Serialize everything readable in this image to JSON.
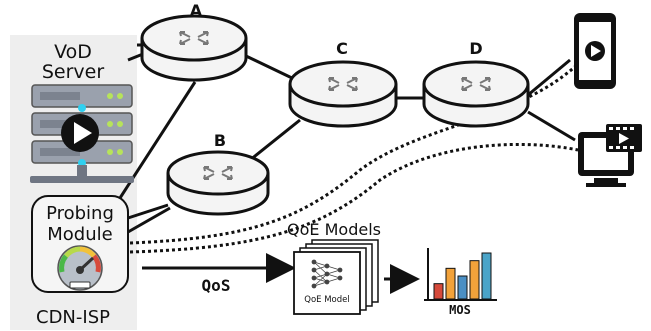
{
  "isp": {
    "server_label_line1": "VoD",
    "server_label_line2": "Server",
    "probe_label_line1": "Probing",
    "probe_label_line2": "Module",
    "isp_label": "CDN-ISP"
  },
  "routers": [
    {
      "id": "A",
      "label": "A"
    },
    {
      "id": "B",
      "label": "B"
    },
    {
      "id": "C",
      "label": "C"
    },
    {
      "id": "D",
      "label": "D"
    }
  ],
  "qos_label": "QoS",
  "qoe": {
    "group_label": "QoE Models",
    "card_label": "QoE Model"
  },
  "mos_label": "MOS",
  "mos_chart": {
    "values": [
      2,
      4,
      3,
      5,
      6
    ],
    "colors": [
      "#d64a3b",
      "#f2a23a",
      "#4a8fc4",
      "#f2a23a",
      "#4aa4c8"
    ]
  },
  "colors": {
    "panel_bg": "#eeeeee",
    "server_body": "#9aa1ad",
    "led_cyan": "#2fd0f0",
    "led_green": "#b7e35a",
    "router_fill": "#f4f4f4",
    "ink": "#111111"
  },
  "icons": {
    "server": "server-rack-icon",
    "play": "play-icon",
    "gauge": "speedometer-gauge-icon",
    "phone": "smartphone-play-icon",
    "monitor": "monitor-video-icon",
    "neural": "neural-network-icon",
    "chart": "bar-chart-icon"
  }
}
